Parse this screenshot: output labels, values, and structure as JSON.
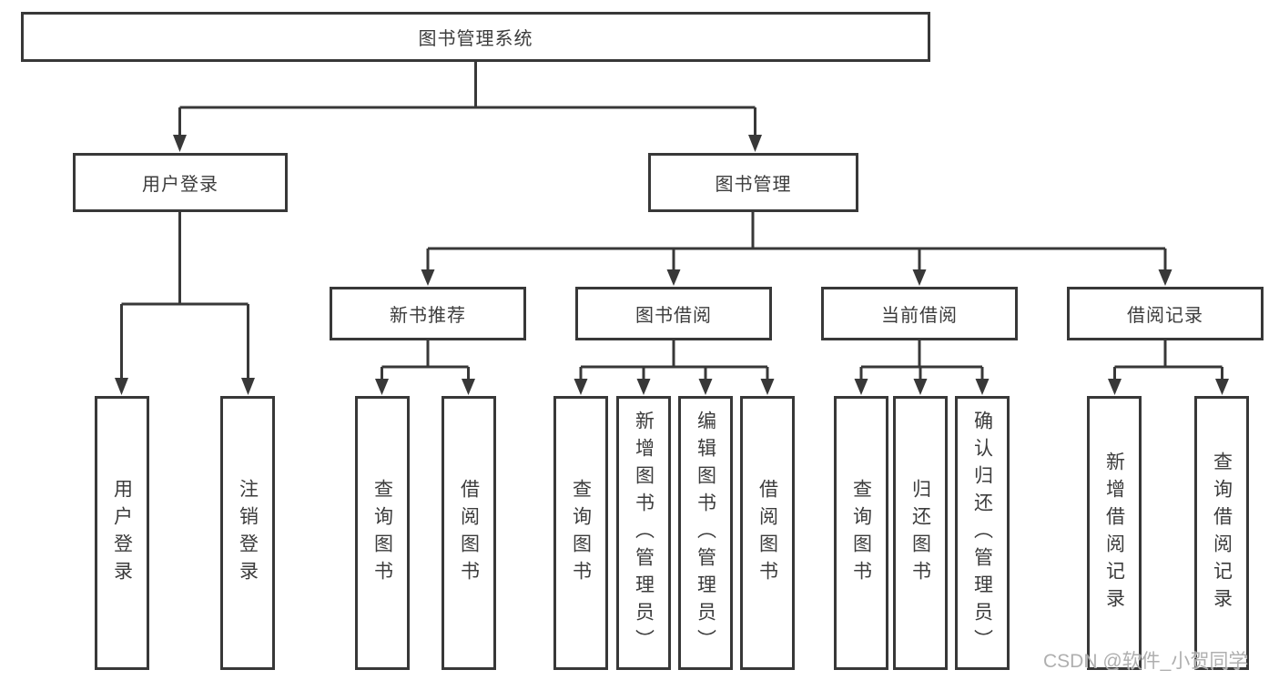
{
  "colors": {
    "line": "#383838",
    "text": "#3c3c3c",
    "box_background": "#ffffff",
    "watermark": "#a9a9a9"
  },
  "root": {
    "label": "图书管理系统"
  },
  "level2": [
    {
      "label": "用户登录"
    },
    {
      "label": "图书管理"
    }
  ],
  "level3": [
    {
      "label": "新书推荐",
      "parent": "图书管理"
    },
    {
      "label": "图书借阅",
      "parent": "图书管理"
    },
    {
      "label": "当前借阅",
      "parent": "图书管理"
    },
    {
      "label": "借阅记录",
      "parent": "图书管理"
    }
  ],
  "leaves": [
    {
      "label": "用户登录",
      "parent": "用户登录"
    },
    {
      "label": "注销登录",
      "parent": "用户登录"
    },
    {
      "label": "查询图书",
      "parent": "新书推荐"
    },
    {
      "label": "借阅图书",
      "parent": "新书推荐"
    },
    {
      "label": "查询图书",
      "parent": "图书借阅"
    },
    {
      "label": "新增图书（管理员）",
      "parent": "图书借阅"
    },
    {
      "label": "编辑图书（管理员）",
      "parent": "图书借阅"
    },
    {
      "label": "借阅图书",
      "parent": "图书借阅"
    },
    {
      "label": "查询图书",
      "parent": "当前借阅"
    },
    {
      "label": "归还图书",
      "parent": "当前借阅"
    },
    {
      "label": "确认归还（管理员）",
      "parent": "当前借阅"
    },
    {
      "label": "新增借阅记录",
      "parent": "借阅记录"
    },
    {
      "label": "查询借阅记录",
      "parent": "借阅记录"
    }
  ],
  "watermark": "CSDN @软件_小贺同学"
}
